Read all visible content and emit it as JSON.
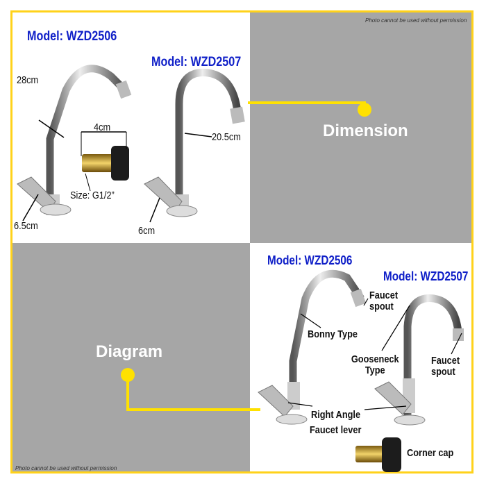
{
  "watermark": "Photo cannot be used without permission",
  "colors": {
    "accent": "#ffd21a",
    "gray": "#a6a6a6",
    "model_text": "#1020c8"
  },
  "dimension": {
    "title": "Dimension",
    "model_a": "Model: WZD2506",
    "model_b": "Model: WZD2507",
    "a_height": "28cm",
    "a_base": "6.5cm",
    "b_height": "20.5cm",
    "b_base": "6cm",
    "connector_width": "4cm",
    "connector_size": "Size: G1/2”"
  },
  "diagram": {
    "title": "Diagram",
    "model_a": "Model: WZD2506",
    "model_b": "Model: WZD2507",
    "faucet_spout": "Faucet spout",
    "bonny_type": "Bonny Type",
    "gooseneck_type": "Gooseneck Type",
    "right_angle": "Right Angle",
    "faucet_lever": "Faucet lever",
    "corner_cap": "Corner cap"
  }
}
